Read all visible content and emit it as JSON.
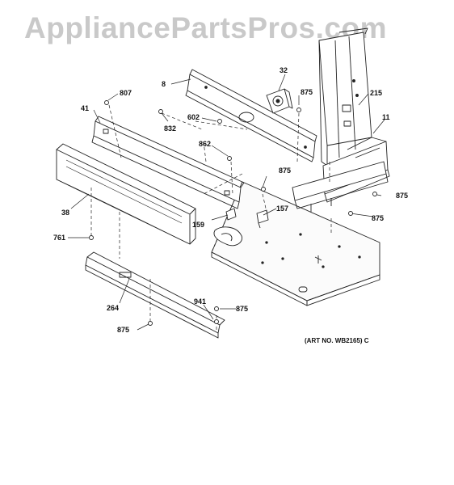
{
  "watermark": "AppliancePartsPros.com",
  "art_no": "(ART NO. WB2165) C",
  "labels": {
    "l8": "8",
    "l32": "32",
    "l875a": "875",
    "l215": "215",
    "l807": "807",
    "l41": "41",
    "l602": "602",
    "l832": "832",
    "l11": "11",
    "l862": "862",
    "l875b": "875",
    "l875c": "875",
    "l38": "38",
    "l159": "159",
    "l157": "157",
    "l875d": "875",
    "l761": "761",
    "l264": "264",
    "l941": "941",
    "l875e": "875",
    "l875f": "875"
  }
}
